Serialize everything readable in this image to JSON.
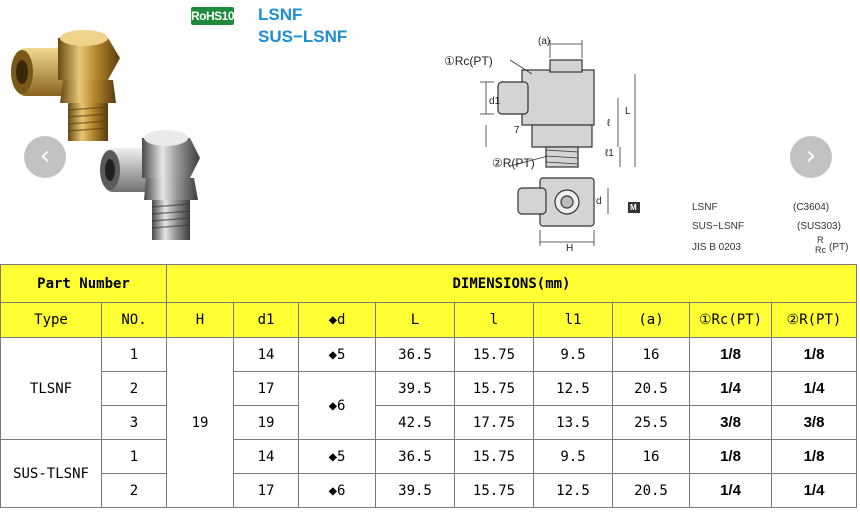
{
  "header": {
    "rohs_badge": "RoHS10",
    "product_title_1": "LSNF",
    "product_title_2": "SUS−LSNF"
  },
  "diagram": {
    "port1_label": "①Rc(PT)",
    "port2_label": "②R(PT)",
    "dim_a": "(a)",
    "dim_d1": "d1",
    "dim_7": "7",
    "dim_l": "ℓ",
    "dim_L": "L",
    "dim_l1": "ℓ1",
    "dim_d": "d",
    "dim_H": "H",
    "hex_marker": "M"
  },
  "materials": {
    "rows": [
      {
        "name": "LSNF",
        "spec": "(C3604)"
      },
      {
        "name": "SUS−LSNF",
        "spec": "(SUS303)"
      },
      {
        "name": "JIS B 0203",
        "spec_top": "R",
        "spec_bottom": "Rc",
        "spec_suffix": "(PT)"
      }
    ]
  },
  "carousel": {
    "prev_icon": "‹",
    "next_icon": "›"
  },
  "table": {
    "group_headers": {
      "part_number": "Part Number",
      "dimensions": "DIMENSIONS(mm)"
    },
    "columns": [
      "Type",
      "NO.",
      "H",
      "d1",
      "◆d",
      "L",
      "l",
      "l1",
      "(a)",
      "①Rc(PT)",
      "②R(PT)"
    ],
    "rows": [
      {
        "type": "TLSNF",
        "no": "1",
        "h": "19",
        "d1": "14",
        "d": "◆5",
        "L": "36.5",
        "l": "15.75",
        "l1": "9.5",
        "a": "16",
        "rc": "1/8",
        "r": "1/8"
      },
      {
        "no": "2",
        "d1": "17",
        "d": "◆6",
        "L": "39.5",
        "l": "15.75",
        "l1": "12.5",
        "a": "20.5",
        "rc": "1/4",
        "r": "1/4"
      },
      {
        "no": "3",
        "d1": "19",
        "L": "42.5",
        "l": "17.75",
        "l1": "13.5",
        "a": "25.5",
        "rc": "3/8",
        "r": "3/8"
      },
      {
        "type": "SUS-TLSNF",
        "no": "1",
        "d1": "14",
        "d": "◆5",
        "L": "36.5",
        "l": "15.75",
        "l1": "9.5",
        "a": "16",
        "rc": "1/8",
        "r": "1/8"
      },
      {
        "no": "2",
        "d1": "17",
        "d": "◆6",
        "L": "39.5",
        "l": "15.75",
        "l1": "12.5",
        "a": "20.5",
        "rc": "1/4",
        "r": "1/4"
      }
    ]
  },
  "colors": {
    "header_fill": "#ffff33",
    "title_blue": "#1b8ed6",
    "rohs_green": "#1e8a3c"
  }
}
